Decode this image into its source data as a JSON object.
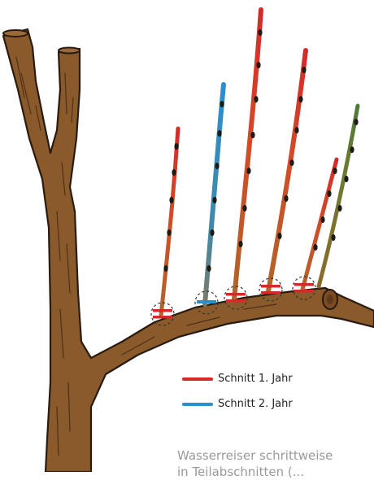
{
  "colors": {
    "cut_year1": "#d42a2a",
    "cut_year2": "#2b8fcf",
    "trunk": "#8a5a2b",
    "outline": "#2a1b10"
  },
  "legend": [
    {
      "label": "Schnitt 1. Jahr",
      "color": "#d42a2a"
    },
    {
      "label": "Schnitt 2. Jahr",
      "color": "#2b8fcf"
    }
  ],
  "caption": {
    "line1": "Wasserreiser schrittweise",
    "line2": "in Teilabschnitten (..."
  },
  "shoots": [
    {
      "name": "shoot-1",
      "cut": "year1"
    },
    {
      "name": "shoot-2",
      "cut": "year2"
    },
    {
      "name": "shoot-3",
      "cut": "year1"
    },
    {
      "name": "shoot-4",
      "cut": "year1"
    },
    {
      "name": "shoot-5",
      "cut": "year1"
    },
    {
      "name": "shoot-6",
      "cut": "none"
    }
  ]
}
